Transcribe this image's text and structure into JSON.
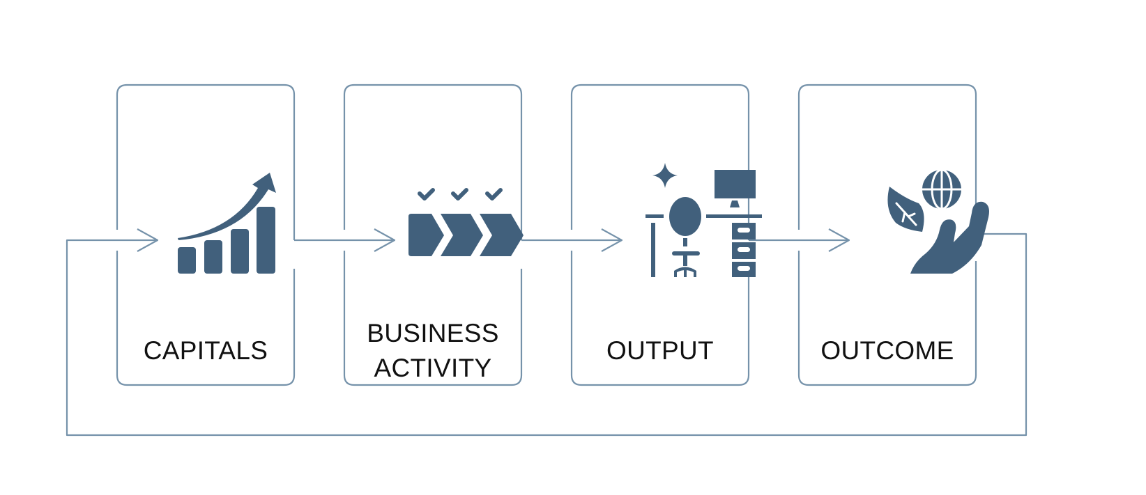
{
  "diagram": {
    "type": "cyclical-flow",
    "colors": {
      "line": "#7592AA",
      "icon": "#41607C",
      "text": "#111111",
      "background": "#FFFFFF"
    },
    "stages": [
      {
        "id": "capitals",
        "label": "CAPITALS",
        "icon": "growth-chart-icon"
      },
      {
        "id": "business-activity",
        "label_line1": "BUSINESS",
        "label_line2": "ACTIVITY",
        "icon": "process-steps-icon"
      },
      {
        "id": "output",
        "label": "OUTPUT",
        "icon": "workspace-desk-icon"
      },
      {
        "id": "outcome",
        "label": "OUTCOME",
        "icon": "hand-globe-leaf-icon"
      }
    ],
    "connections": [
      {
        "from": "capitals",
        "to": "business-activity"
      },
      {
        "from": "business-activity",
        "to": "output"
      },
      {
        "from": "output",
        "to": "outcome"
      },
      {
        "from": "outcome",
        "to": "capitals",
        "kind": "feedback-loop"
      }
    ]
  }
}
